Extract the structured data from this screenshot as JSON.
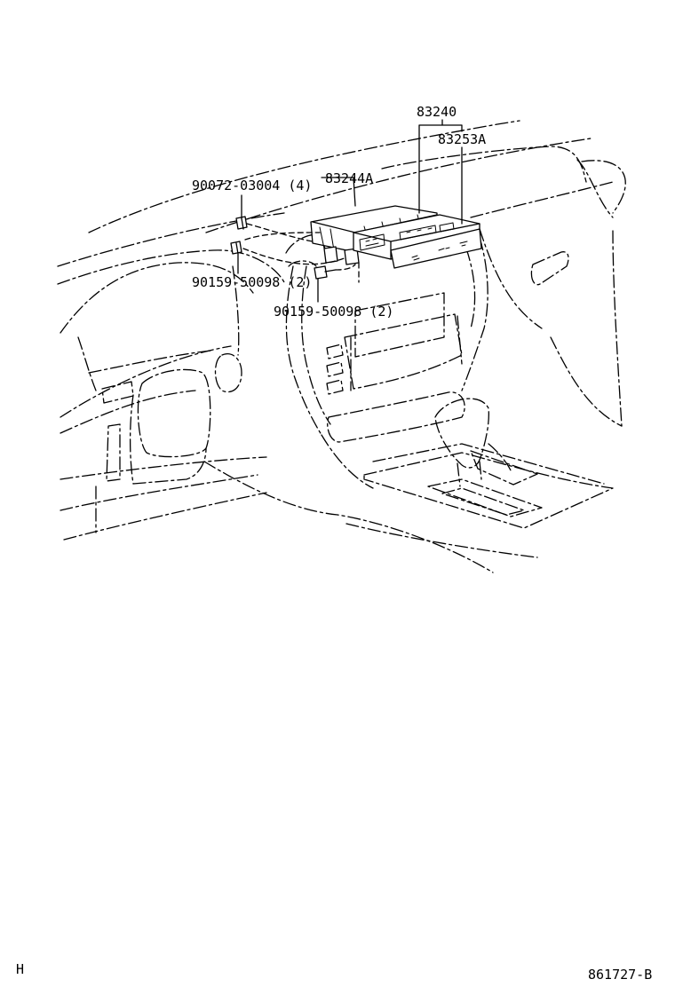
{
  "diagram": {
    "callouts": {
      "assembly": "83240",
      "panel": "83253A",
      "housing": "83244A",
      "screw_top": "90072-03004 (4)",
      "screw_left": "90159-50098 (2)",
      "screw_right": "90159-50098 (2)"
    },
    "footer": {
      "corner_mark": "H",
      "drawing_number": "861727-B"
    }
  }
}
